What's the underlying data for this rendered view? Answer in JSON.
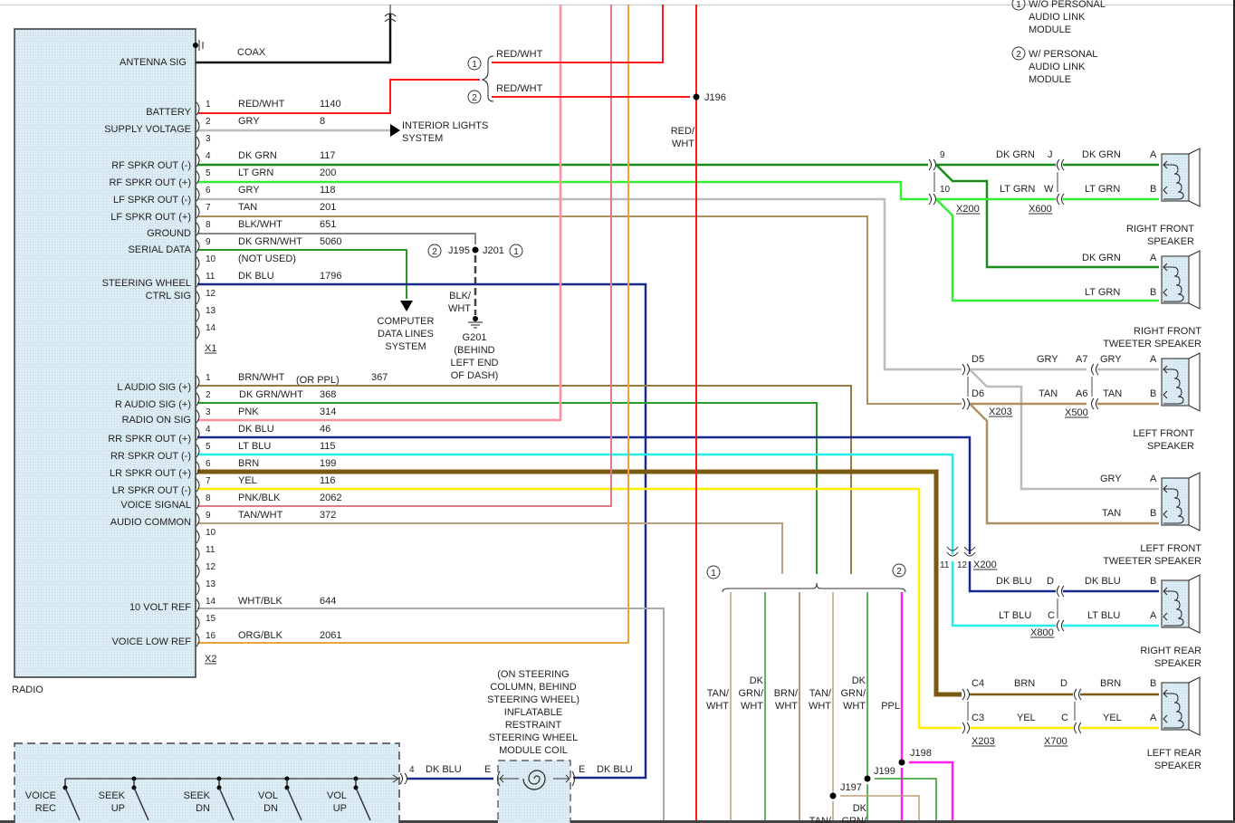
{
  "title": "Radio / Audio System Wiring Schematic",
  "radio": {
    "label": "RADIO",
    "antenna_label": "ANTENNA SIG",
    "coax_label": "COAX",
    "x1_label": "X1",
    "x2_label": "X2",
    "x1_pins": [
      {
        "pin": "1",
        "func": "BATTERY",
        "color_name": "RED/WHT",
        "circuit": "1140",
        "hex": "#ff1a1a"
      },
      {
        "pin": "2",
        "func": "SUPPLY VOLTAGE",
        "color_name": "GRY",
        "circuit": "8",
        "hex": "#bbbbbb"
      },
      {
        "pin": "3",
        "func": "",
        "color_name": "",
        "circuit": "",
        "hex": ""
      },
      {
        "pin": "4",
        "func": "RF SPKR OUT (-)",
        "color_name": "DK GRN",
        "circuit": "117",
        "hex": "#1a8a1a"
      },
      {
        "pin": "5",
        "func": "RF SPKR OUT (+)",
        "color_name": "LT GRN",
        "circuit": "200",
        "hex": "#33ee33"
      },
      {
        "pin": "6",
        "func": "LF SPKR OUT (-)",
        "color_name": "GRY",
        "circuit": "118",
        "hex": "#bbbbbb"
      },
      {
        "pin": "7",
        "func": "LF SPKR OUT (+)",
        "color_name": "TAN",
        "circuit": "201",
        "hex": "#b09060"
      },
      {
        "pin": "8",
        "func": "GROUND",
        "color_name": "BLK/WHT",
        "circuit": "651",
        "hex": "#888888"
      },
      {
        "pin": "9",
        "func": "SERIAL DATA",
        "color_name": "DK GRN/WHT",
        "circuit": "5060",
        "hex": "#2a9a2a"
      },
      {
        "pin": "10",
        "func": "",
        "color_name": "(NOT USED)",
        "circuit": "",
        "hex": ""
      },
      {
        "pin": "11",
        "func": "STEERING WHEEL CTRL SIG",
        "color_name": "DK BLU",
        "circuit": "1796",
        "hex": "#1a2a8a"
      },
      {
        "pin": "12",
        "func": "",
        "color_name": "",
        "circuit": "",
        "hex": ""
      },
      {
        "pin": "13",
        "func": "",
        "color_name": "",
        "circuit": "",
        "hex": ""
      },
      {
        "pin": "14",
        "func": "",
        "color_name": "",
        "circuit": "",
        "hex": ""
      }
    ],
    "x2_pins": [
      {
        "pin": "1",
        "func": "L AUDIO SIG (+)",
        "color_name": "BRN/WHT",
        "note": "(OR PPL)",
        "circuit": "367",
        "hex": "#9a7a40"
      },
      {
        "pin": "2",
        "func": "R AUDIO SIG (+)",
        "color_name": "DK GRN/WHT",
        "circuit": "368",
        "hex": "#2a9a2a"
      },
      {
        "pin": "3",
        "func": "RADIO ON SIG",
        "color_name": "PNK",
        "circuit": "314",
        "hex": "#ff8fa0"
      },
      {
        "pin": "4",
        "func": "RR SPKR OUT (+)",
        "color_name": "DK BLU",
        "circuit": "46",
        "hex": "#1a2a8a"
      },
      {
        "pin": "5",
        "func": "RR SPKR OUT (-)",
        "color_name": "LT BLU",
        "circuit": "115",
        "hex": "#22eeee"
      },
      {
        "pin": "6",
        "func": "LR SPKR OUT (+)",
        "color_name": "BRN",
        "circuit": "199",
        "hex": "#7a5a10"
      },
      {
        "pin": "7",
        "func": "LR SPKR OUT (-)",
        "color_name": "YEL",
        "circuit": "116",
        "hex": "#ffee00"
      },
      {
        "pin": "8",
        "func": "VOICE SIGNAL",
        "color_name": "PNK/BLK",
        "circuit": "2062",
        "hex": "#e07a8a"
      },
      {
        "pin": "9",
        "func": "AUDIO COMMON",
        "color_name": "TAN/WHT",
        "circuit": "372",
        "hex": "#b8a080"
      },
      {
        "pin": "10",
        "func": "",
        "color_name": "",
        "circuit": "",
        "hex": ""
      },
      {
        "pin": "11",
        "func": "",
        "color_name": "",
        "circuit": "",
        "hex": ""
      },
      {
        "pin": "12",
        "func": "",
        "color_name": "",
        "circuit": "",
        "hex": ""
      },
      {
        "pin": "13",
        "func": "",
        "color_name": "",
        "circuit": "",
        "hex": ""
      },
      {
        "pin": "14",
        "func": "10 VOLT REF",
        "color_name": "WHT/BLK",
        "circuit": "644",
        "hex": "#aaaaaa"
      },
      {
        "pin": "15",
        "func": "",
        "color_name": "",
        "circuit": "",
        "hex": ""
      },
      {
        "pin": "16",
        "func": "VOICE LOW REF",
        "color_name": "ORG/BLK",
        "circuit": "2061",
        "hex": "#f0a040"
      }
    ]
  },
  "labels": {
    "interior_lights": [
      "INTERIOR LIGHTS",
      "SYSTEM"
    ],
    "computer_data": [
      "COMPUTER",
      "DATA LINES",
      "SYSTEM"
    ],
    "ground": [
      "G201",
      "(BEHIND",
      "LEFT END",
      "OF DASH)"
    ],
    "blk_wht": [
      "BLK/",
      "WHT"
    ],
    "j195": "J195",
    "j201": "J201",
    "j196": "J196",
    "j197": "J197",
    "j198": "J198",
    "j199": "J199",
    "red_wht_vert": [
      "RED/",
      "WHT"
    ],
    "red_wht": "RED/WHT",
    "opt1": "1",
    "opt2": "2",
    "legend": [
      {
        "num": "1",
        "text": [
          "W/O PERSONAL",
          "AUDIO LINK",
          "MODULE"
        ]
      },
      {
        "num": "2",
        "text": [
          "W/ PERSONAL",
          "AUDIO LINK",
          "MODULE"
        ]
      }
    ],
    "bottom_wires": [
      {
        "text": [
          "TAN/",
          "WHT"
        ],
        "hex": "#b8a080"
      },
      {
        "text": [
          "DK",
          "GRN/",
          "WHT"
        ],
        "hex": "#2a9a2a"
      },
      {
        "text": [
          "BRN/",
          "WHT"
        ],
        "hex": "#9a7a40"
      },
      {
        "text": [
          "TAN/",
          "WHT"
        ],
        "hex": "#b8a080"
      },
      {
        "text": [
          "DK",
          "GRN/",
          "WHT"
        ],
        "hex": "#2a9a2a"
      },
      {
        "text": [
          "PPL"
        ],
        "hex": "#ff22ee"
      }
    ],
    "bottom_partial": [
      "DK",
      "TAN/",
      "GRN/"
    ]
  },
  "connectors": {
    "x200": "X200",
    "x600": "X600",
    "x203": "X203",
    "x500": "X500",
    "x800": "X800",
    "x700": "X700"
  },
  "speakers": [
    {
      "name": [
        "RIGHT FRONT",
        "SPEAKER"
      ],
      "pins": [
        {
          "pin": "A",
          "wire": "DK GRN",
          "cav": "J",
          "cav_wire": "DK GRN"
        },
        {
          "pin": "B",
          "wire": "LT GRN",
          "cav": "W",
          "cav_wire": "LT GRN"
        }
      ]
    },
    {
      "name": [
        "RIGHT FRONT",
        "TWEETER SPEAKER"
      ],
      "pins": [
        {
          "pin": "A",
          "wire": "DK GRN"
        },
        {
          "pin": "B",
          "wire": "LT GRN"
        }
      ]
    },
    {
      "name": [
        "LEFT FRONT",
        "SPEAKER"
      ],
      "pins": [
        {
          "pin": "A",
          "wire": "GRY",
          "cav": "A7",
          "cav_wire": "GRY",
          "x203": "D5"
        },
        {
          "pin": "B",
          "wire": "TAN",
          "cav": "A6",
          "cav_wire": "TAN",
          "x203": "D6"
        }
      ]
    },
    {
      "name": [
        "LEFT FRONT",
        "TWEETER SPEAKER"
      ],
      "pins": [
        {
          "pin": "A",
          "wire": "GRY"
        },
        {
          "pin": "B",
          "wire": "TAN"
        }
      ]
    },
    {
      "name": [
        "RIGHT REAR",
        "SPEAKER"
      ],
      "pins": [
        {
          "pin": "B",
          "wire": "DK BLU",
          "cav": "D",
          "cav_wire": "DK BLU"
        },
        {
          "pin": "A",
          "wire": "LT BLU",
          "cav": "C",
          "cav_wire": "LT BLU"
        }
      ]
    },
    {
      "name": [
        "LEFT REAR",
        "SPEAKER"
      ],
      "pins": [
        {
          "pin": "B",
          "wire": "BRN",
          "cav": "D",
          "cav_wire": "BRN",
          "x203": "C4"
        },
        {
          "pin": "A",
          "wire": "YEL",
          "cav": "C",
          "cav_wire": "YEL",
          "x203": "C3"
        }
      ]
    }
  ],
  "x200_pins": {
    "p9": "9",
    "p10": "10",
    "p11": "11",
    "p12": "12"
  },
  "steering": {
    "switches": [
      [
        "VOICE",
        "REC"
      ],
      [
        "SEEK",
        "UP"
      ],
      [
        "SEEK",
        "DN"
      ],
      [
        "VOL",
        "DN"
      ],
      [
        "VOL",
        "UP"
      ]
    ],
    "pin4": "4",
    "wire": "DK BLU",
    "cav_e": "E",
    "coil_label": [
      "(ON STEERING",
      "COLUMN, BEHIND",
      "STEERING WHEEL)",
      "INFLATABLE",
      "RESTRAINT",
      "STEERING WHEEL",
      "MODULE COIL"
    ]
  }
}
